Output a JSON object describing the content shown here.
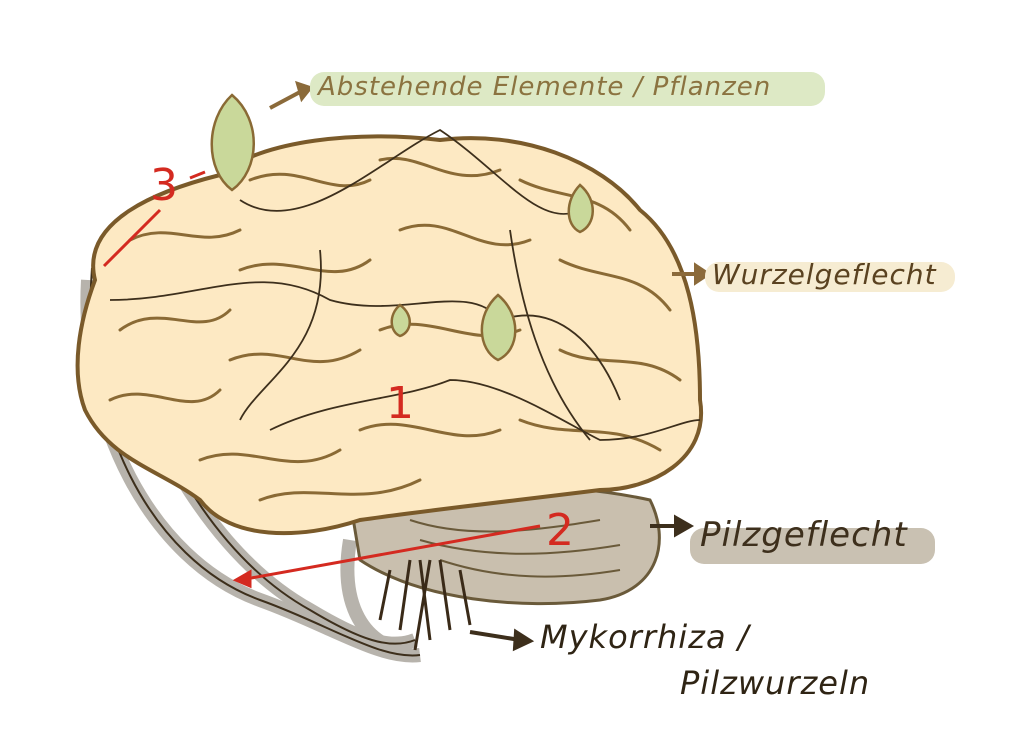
{
  "labels": {
    "plants": "Abstehende Elemente / Pflanzen",
    "roots": "Wurzelgeflecht",
    "fungus": "Pilzgeflecht",
    "mycorrhiza_line1": "Mykorrhiza /",
    "mycorrhiza_line2": "Pilzwurzeln"
  },
  "numbers": {
    "one": "1",
    "two": "2",
    "three": "3"
  },
  "colors": {
    "brain_fill": "#fde9c3",
    "brain_outline": "#7a5a2a",
    "cerebellum": "#c9bfae",
    "plant_green": "#c9d89a",
    "marker_red": "#d42a20",
    "highlight_green": "#dde9c5",
    "highlight_cream": "#f6ecd2",
    "highlight_grey": "#c9c1b2"
  }
}
